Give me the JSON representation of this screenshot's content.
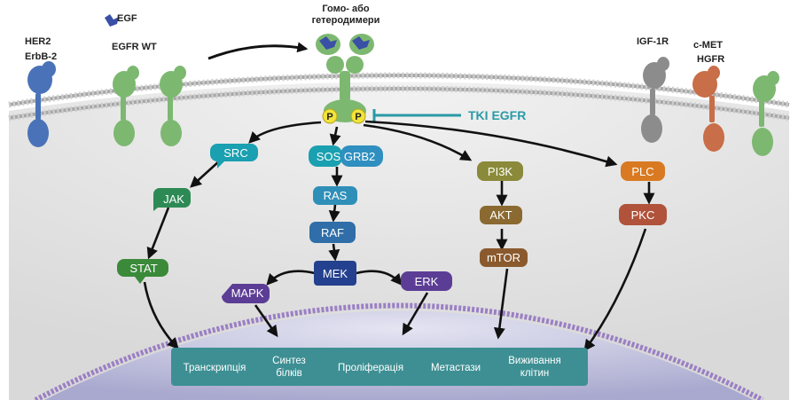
{
  "labels": {
    "egf": "EGF",
    "egfr_wt": "EGFR WT",
    "her2_line1": "HER2",
    "her2_line2": "ErbB-2",
    "dimer_line1": "Гомо- або",
    "dimer_line2": "гетеродимери",
    "igf1r": "IGF-1R",
    "cmet_line1": "c-MET",
    "cmet_line2": "HGFR",
    "tki": "TKI EGFR",
    "phospho": "P"
  },
  "nodes": {
    "src": "SRC",
    "jak": "JAK",
    "stat": "STAT",
    "sos_grb2": "SOS GRB2",
    "ras": "RAS",
    "raf": "RAF",
    "mek": "MEK",
    "mapk": "MAPK",
    "erk": "ERK",
    "pi3k": "PI3K",
    "akt": "AKT",
    "mtor": "mTOR",
    "plc": "PLC",
    "pkc": "PKC"
  },
  "outcomes": {
    "transcription": "Транскрипція",
    "protein_line1": "Синтез",
    "protein_line2": "білків",
    "proliferation": "Проліферація",
    "metastasis": "Метастази",
    "survival_line1": "Виживання",
    "survival_line2": "клітин"
  },
  "colors": {
    "egfr": "#7db871",
    "her2": "#4a72b8",
    "igf1r": "#8c8c8c",
    "cmet": "#c86e48",
    "teal": "#1aa0b0",
    "green": "#3b8a3a",
    "blue": "#2f6ea8",
    "navy": "#24418f",
    "purple": "#5c3d95",
    "olive": "#8a8a3a",
    "brown": "#8a5a2e",
    "orange": "#d97a22",
    "rust": "#b0533a",
    "outcome_bar": "#3d8f93",
    "nucleus": "#c8c8e6",
    "membrane": "#9a9a9a"
  }
}
